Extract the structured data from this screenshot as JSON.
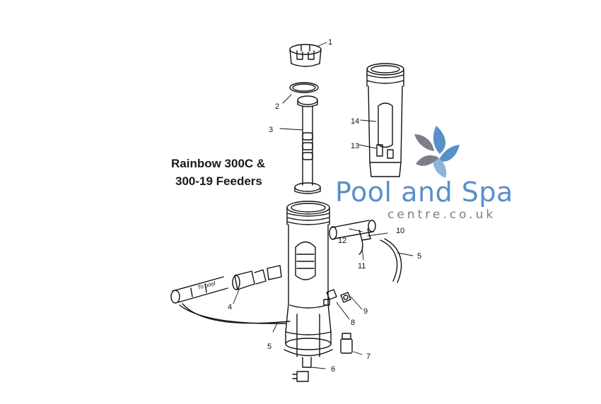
{
  "diagram": {
    "title_line1": "Rainbow 300C &",
    "title_line2": "300-19 Feeders",
    "callouts": [
      "1",
      "2",
      "3",
      "4",
      "5",
      "5",
      "6",
      "7",
      "8",
      "9",
      "10",
      "11",
      "12",
      "13",
      "14"
    ],
    "label_in_tube": "To pool"
  },
  "watermark": {
    "name": "Pool and Spa",
    "sub": "centre.co.uk",
    "colors": {
      "blue": "#5a8fc8",
      "grey": "#7a7f86"
    }
  }
}
